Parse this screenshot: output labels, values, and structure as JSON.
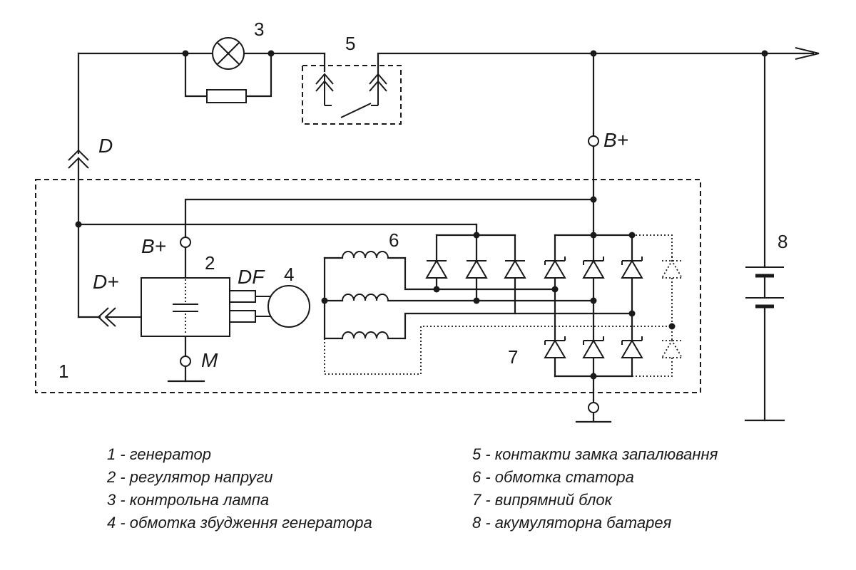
{
  "diagram": {
    "component_numbers": {
      "generator": "1",
      "regulator": "2",
      "lamp": "3",
      "excitation": "4",
      "ignition": "5",
      "stator": "6",
      "rectifier": "7",
      "battery": "8"
    },
    "terminals": {
      "d": "D",
      "b_plus_top": "B+",
      "b_plus_reg": "B+",
      "d_plus": "D+",
      "df": "DF",
      "m": "M"
    }
  },
  "legend": {
    "left": [
      "1 - генератор",
      "2 - регулятор напруги",
      "3 - контрольна лампа",
      "4 - обмотка збудження генератора"
    ],
    "right": [
      "5 - контакти замка запалювання",
      "6 - обмотка статора",
      "7 - випрямний блок",
      "8 - акумуляторна батарея"
    ]
  }
}
